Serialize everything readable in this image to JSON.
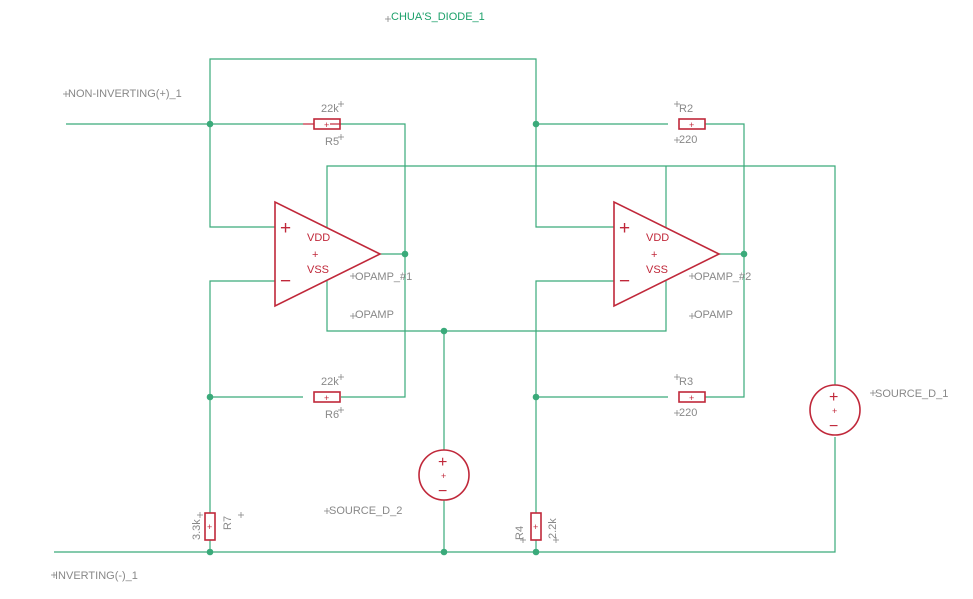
{
  "schematic": {
    "title": "CHUA'S_DIODE_1",
    "nets": {
      "non_inverting": "NON-INVERTING(+)_1",
      "inverting": "INVERTING(-)_1"
    },
    "opamps": [
      {
        "name": "OPAMP_#1",
        "value": "OPAMP",
        "vdd": "VDD",
        "vss": "VSS",
        "plus": "+",
        "minus": "−",
        "center": "+"
      },
      {
        "name": "OPAMP_#2",
        "value": "OPAMP",
        "vdd": "VDD",
        "vss": "VSS",
        "plus": "+",
        "minus": "−",
        "center": "+"
      }
    ],
    "resistors": [
      {
        "name": "R5",
        "value": "22k"
      },
      {
        "name": "R6",
        "value": "22k"
      },
      {
        "name": "R2",
        "value": "220"
      },
      {
        "name": "R3",
        "value": "220"
      },
      {
        "name": "R7",
        "value": "3.3k"
      },
      {
        "name": "R4",
        "value": "2.2k"
      }
    ],
    "sources": [
      {
        "name": "SOURCE_D_1",
        "plus": "+",
        "minus": "−",
        "center": "+"
      },
      {
        "name": "SOURCE_D_2",
        "plus": "+",
        "minus": "−",
        "center": "+"
      }
    ],
    "pin_marker": "+",
    "colors": {
      "wire": "#3aaa7a",
      "part": "#c0283a",
      "label": "#888888",
      "net_label": "#1ca06a"
    }
  }
}
